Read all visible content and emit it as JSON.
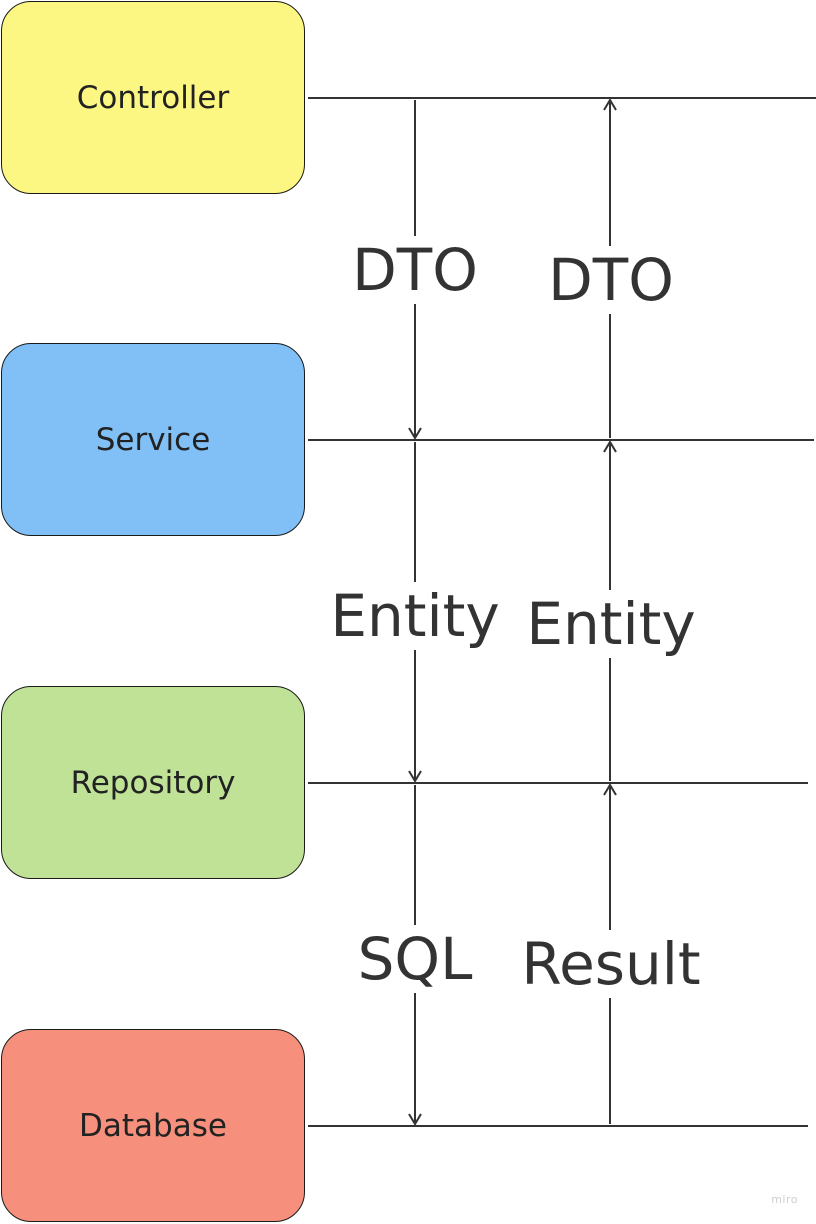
{
  "layers": [
    {
      "label": "Controller",
      "color": "#fcf683"
    },
    {
      "label": "Service",
      "color": "#80c0f6"
    },
    {
      "label": "Repository",
      "color": "#bfe297"
    },
    {
      "label": "Database",
      "color": "#f6907c"
    }
  ],
  "flows": {
    "downward": [
      "DTO",
      "Entity",
      "SQL"
    ],
    "upward": [
      "DTO",
      "Entity",
      "Result"
    ]
  },
  "watermark": "miro",
  "colors": {
    "line": "#333333",
    "text": "#222222"
  }
}
